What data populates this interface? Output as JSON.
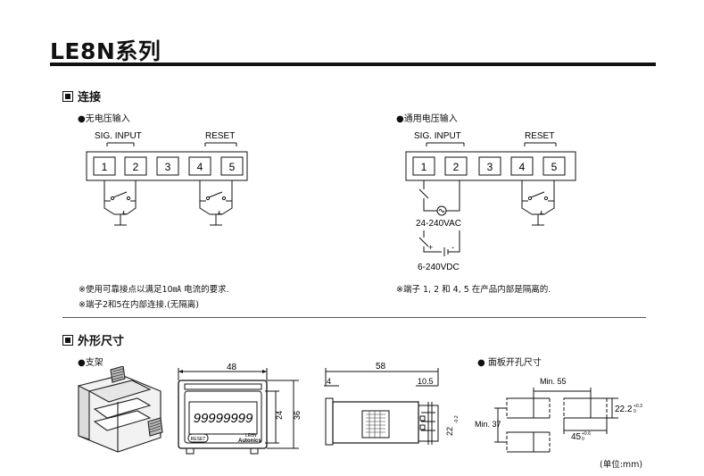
{
  "title": "LE8N系列",
  "connection": {
    "heading": "连接",
    "no_voltage": {
      "label": "●无电压输入",
      "sig_input": "SIG. INPUT",
      "reset": "RESET",
      "terminals": [
        "1",
        "2",
        "3",
        "4",
        "5"
      ]
    },
    "voltage": {
      "label": "●通用电压输入",
      "sig_input": "SIG. INPUT",
      "reset": "RESET",
      "terminals": [
        "1",
        "2",
        "3",
        "4",
        "5"
      ],
      "ac_label": "24-240VAC",
      "dc_label": "6-240VDC",
      "plus": "+",
      "minus": "-"
    },
    "note1": "※使用可靠接点以满足10㎃ 电流的要求.",
    "note2": "※端子2和5在内部连接.(无隔离)",
    "note3": "※端子 1, 2 和 4, 5 在产品内部是隔离的."
  },
  "dimensions": {
    "heading": "外形尺寸",
    "bracket_label": "●支架",
    "panel_cut_label": "● 面板开孔尺寸",
    "front": {
      "width": "48",
      "height_inner": "24",
      "height_outer": "36",
      "display": "99999999",
      "reset_btn": "RESET",
      "model": "LE8N",
      "brand": "Autonics"
    },
    "side": {
      "length": "58",
      "front_depth": "4",
      "rear_depth": "10.5",
      "height": "22",
      "height_tol": "-0.2"
    },
    "cutout": {
      "min_h": "Min. 55",
      "min_v": "Min. 37",
      "w": "45",
      "w_tol": "+0.6",
      "h": "22.2",
      "h_tol": "+0.3",
      "zero": "0"
    },
    "unit": "(单位:mm)"
  }
}
